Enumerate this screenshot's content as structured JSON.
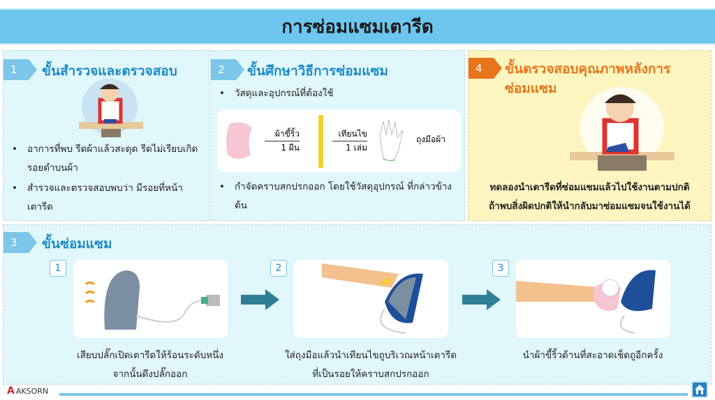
{
  "title": "การซ่อมแซมเตารีด",
  "step1": {
    "num": "1",
    "title": "ขั้นสำรวจและตรวจสอบ",
    "bullets": [
      "อาการที่พบ รีดผ้าแล้วสะดุด รีดไม่เรียบเกิดรอยดำบนผ้า",
      "สำรวจและตรวจสอบพบว่า มีรอยที่หน้าเตารีด"
    ]
  },
  "step2": {
    "num": "2",
    "title": "ขั้นศึกษาวิธีการซ่อมแซม",
    "bullet1": "วัสดุและอุปกรณ์ที่ต้องใช้",
    "materials": [
      {
        "name": "ผ้าขี้ริ้ว",
        "qty": "1 ผืน"
      },
      {
        "name": "เทียนไข",
        "qty": "1 เล่ม"
      },
      {
        "name": "ถุงมือผ้า",
        "qty": ""
      }
    ],
    "bullet2": "กำจัดคราบสกปรกออก โดยใช้วัสดุอุปกรณ์ ที่กล่าวข้างต้น"
  },
  "step4": {
    "num": "4",
    "title": "ขั้นตรวจสอบคุณภาพหลังการซ่อมแซม",
    "text1": "ทดลองนำเตารีดที่ซ่อมแซมแล้วไปใช้งานตามปกติ",
    "text2": "ถ้าพบสิ่งผิดปกติให้นำกลับมาซ่อมแซมจนใช้งานได้"
  },
  "step3": {
    "num": "3",
    "title": "ขั้นซ่อมแซม",
    "substeps": [
      {
        "num": "1",
        "line1": "เสียบปลั๊กเปิดเตารีดให้ร้อนระดับหนึ่ง",
        "line2": "จากนั้นดึงปลั๊กออก"
      },
      {
        "num": "2",
        "line1": "ใส่ถุงมือแล้วนำเทียนไขถูบริเวณหน้าเตารีด",
        "line2": "ที่เป็นรอยให้คราบสกปรกออก"
      },
      {
        "num": "3",
        "line1": "นำผ้าขี้ริ้วด้านที่สะอาดเช็ดถูอีกครั้ง",
        "line2": ""
      }
    ]
  },
  "footer": {
    "logo": "AKSORN",
    "home_icon": "home-icon"
  },
  "colors": {
    "title_bar": "#6cc6ee",
    "panel": "#e0f7fb",
    "step4_panel": "#fdf5c0",
    "accent_blue": "#1d8ac9",
    "accent_orange": "#e8751a",
    "arrow": "#2e7f95"
  }
}
